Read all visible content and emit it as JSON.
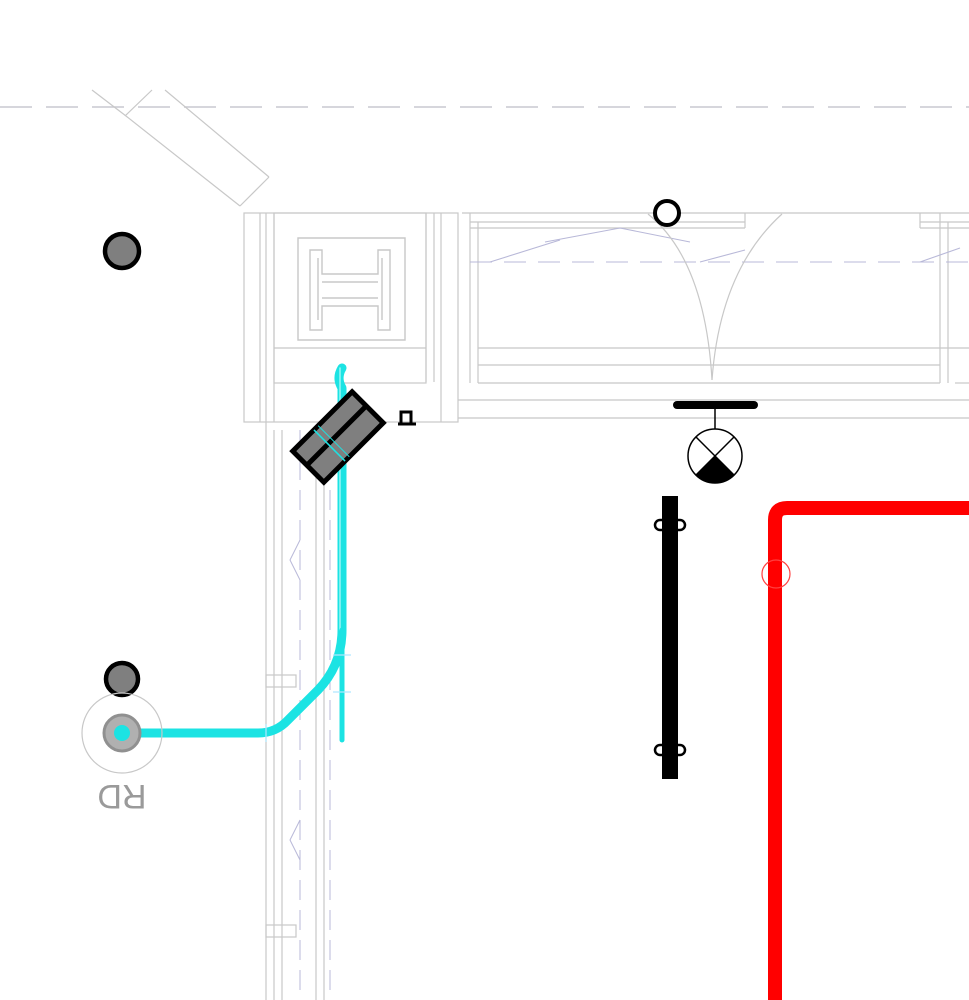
{
  "drawing": {
    "labels": {
      "roof_drain": "RD"
    },
    "colors": {
      "background": "#ffffff",
      "architectural_lines": "#c8c8c8",
      "hidden_lines": "#b8b8d8",
      "pipe": "#1ce3e3",
      "pipe_highlight": "#9af6f6",
      "fire_line": "#ff0000",
      "symbol_black": "#000000",
      "symbol_gray": "#7f7f7f",
      "rd_text": "#9a9a9a"
    },
    "symbols": {
      "door": "door-swing",
      "column": "h-column",
      "light_fixture": "crossed-circle-light-fixture",
      "valve": "valve-symbol",
      "roof_drain": "roof-drain-symbol"
    }
  }
}
